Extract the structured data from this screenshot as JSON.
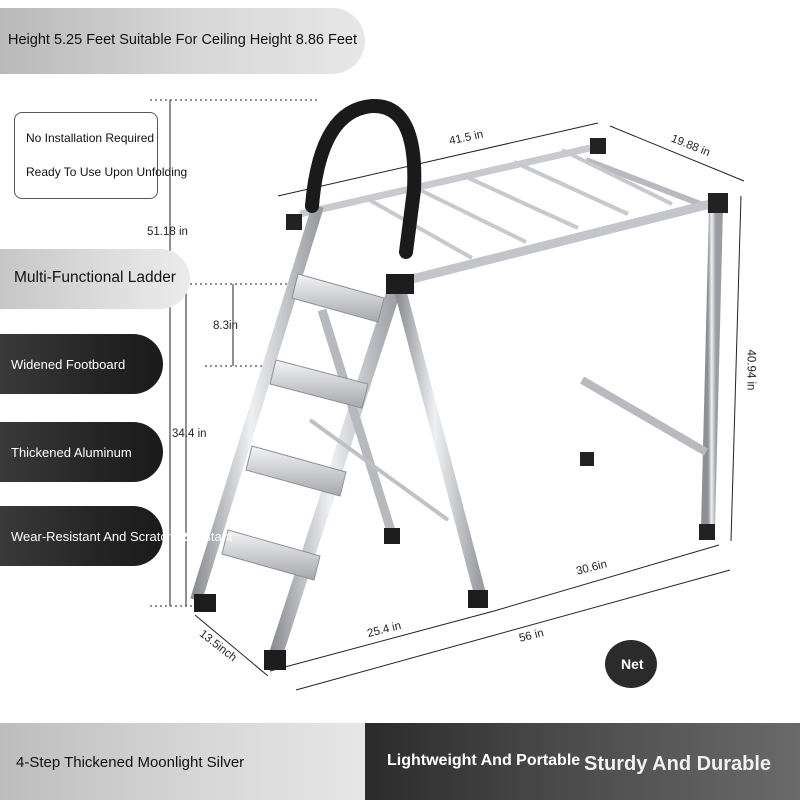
{
  "top_banner": {
    "text": "Height 5.25 Feet Suitable For Ceiling Height 8.86 Feet"
  },
  "install_box": {
    "line1": "No Installation Required",
    "line2": "Ready To Use Upon Unfolding"
  },
  "features": {
    "multi": "Multi-Functional Ladder",
    "footboard": "Widened Footboard",
    "aluminum": "Thickened Aluminum",
    "wear": "Wear-Resistant And Scratch-Resistant"
  },
  "dimensions": {
    "top_width": "41.5 in",
    "depth": "19.88 in",
    "total_height": "51.18 in",
    "step_gap": "8.3in",
    "ladder_height": "34.4 in",
    "rack_height": "40.94 in",
    "rack_base": "30.6in",
    "ladder_base": "25.4 in",
    "total_length": "56 in",
    "ladder_depth": "13.5inch"
  },
  "badge": {
    "text": "Net"
  },
  "bottom": {
    "left_text": "4-Step Thickened Moonlight Silver",
    "portable": "Lightweight And Portable",
    "sturdy": "Sturdy And Durable"
  },
  "colors": {
    "dark_panel": "#262626",
    "silver": "#c9cbcf",
    "handle": "#1a1a1a"
  }
}
